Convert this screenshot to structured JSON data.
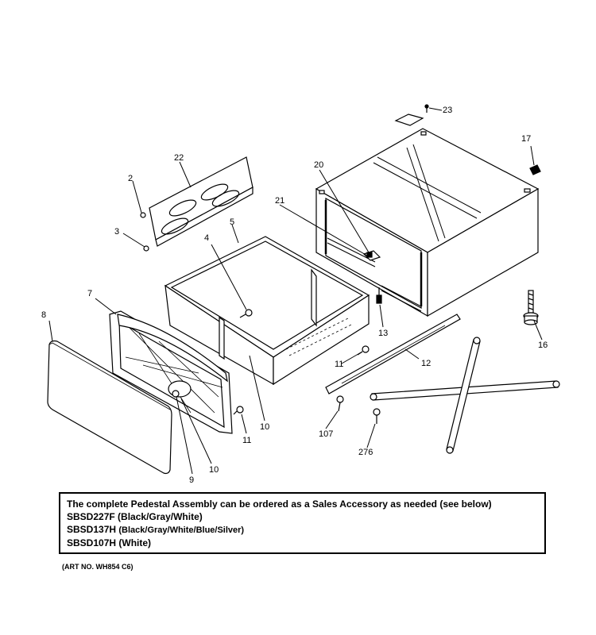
{
  "callouts": {
    "c2": "2",
    "c3": "3",
    "c4": "4",
    "c5": "5",
    "c7": "7",
    "c8": "8",
    "c9": "9",
    "c10a": "10",
    "c10b": "10",
    "c11a": "11",
    "c11b": "11",
    "c12": "12",
    "c13": "13",
    "c16": "16",
    "c17": "17",
    "c20": "20",
    "c21": "21",
    "c22": "22",
    "c23": "23",
    "c107": "107",
    "c276": "276"
  },
  "note": {
    "line1": "The complete Pedestal Assembly can be ordered as a Sales Accessory as needed (see below)",
    "line2_code": "SBSD227F",
    "line2_desc": "(Black/Gray/White)",
    "line3_code": "SBSD137H",
    "line3_desc": "(Black/Gray/White/Blue/Silver)",
    "line4_code": "SBSD107H",
    "line4_desc": "(White)"
  },
  "art_number": "(ART NO. WH854 C6)"
}
